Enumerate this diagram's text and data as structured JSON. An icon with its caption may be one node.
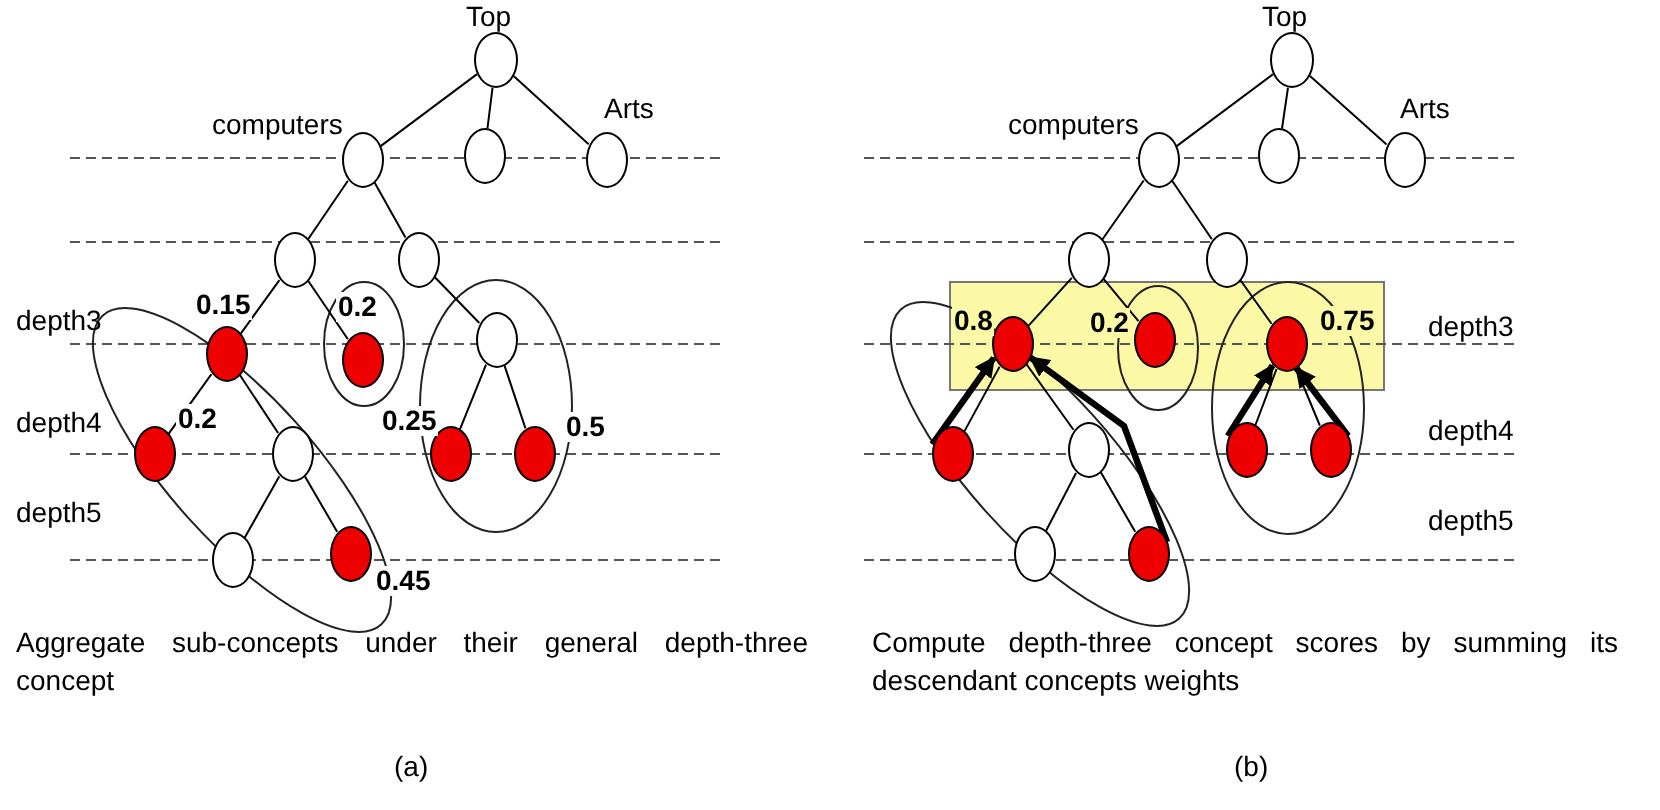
{
  "diagram": {
    "nodes": [
      {
        "text": [
          "Top"
        ]
      },
      {
        "text": [
          "computers"
        ]
      },
      {
        "text": [],
        "shape": "circle"
      },
      {
        "text": [
          "Arts"
        ]
      },
      {
        "text": [],
        "shape": "circle"
      },
      {
        "text": [],
        "shape": "circle"
      },
      {
        "text": [],
        "shape": "circle",
        "beside": [
          "0.15"
        ]
      },
      {
        "text": [],
        "shape": "circle",
        "beside": [
          "0.2"
        ]
      },
      {
        "text": [],
        "shape": "circle"
      },
      {
        "text": [],
        "shape": "circle",
        "beside": [
          "0.2"
        ]
      },
      {
        "text": [],
        "shape": "circle"
      },
      {
        "text": [],
        "shape": "circle",
        "beside": [
          "0.25"
        ]
      },
      {
        "text": [],
        "shape": "circle",
        "beside": [
          "0.5"
        ]
      },
      {
        "text": [],
        "shape": "circle"
      },
      {
        "text": [],
        "shape": "circle",
        "beside": [
          "0.45"
        ]
      },
      {
        "text": [
          "Top"
        ]
      },
      {
        "text": [
          "computers"
        ]
      },
      {
        "text": [],
        "shape": "circle"
      },
      {
        "text": [
          "Arts"
        ]
      },
      {
        "text": [],
        "shape": "circle"
      },
      {
        "text": [],
        "shape": "circle"
      },
      {
        "text": [],
        "shape": "circle",
        "beside": [
          "0.8"
        ]
      },
      {
        "text": [],
        "shape": "circle",
        "beside": [
          "0.2"
        ]
      },
      {
        "text": [],
        "shape": "circle",
        "beside": [
          "0.75"
        ]
      },
      {
        "text": [],
        "shape": "circle"
      },
      {
        "text": [],
        "shape": "circle"
      },
      {
        "text": [],
        "shape": "circle"
      },
      {
        "text": [],
        "shape": "circle"
      },
      {
        "text": [],
        "shape": "circle"
      },
      {
        "text": [],
        "shape": "circle"
      }
    ],
    "edges": [
      {
        "from": 0,
        "to": 1,
        "arrow": "none"
      },
      {
        "from": 0,
        "to": 2,
        "arrow": "none"
      },
      {
        "from": 0,
        "to": 3,
        "arrow": "none"
      },
      {
        "from": 1,
        "to": 4,
        "arrow": "none"
      },
      {
        "from": 1,
        "to": 5,
        "arrow": "none"
      },
      {
        "from": 4,
        "to": 6,
        "arrow": "none"
      },
      {
        "from": 4,
        "to": 7,
        "arrow": "none"
      },
      {
        "from": 5,
        "to": 8,
        "arrow": "none"
      },
      {
        "from": 6,
        "to": 9,
        "arrow": "none"
      },
      {
        "from": 6,
        "to": 10,
        "arrow": "none"
      },
      {
        "from": 10,
        "to": 13,
        "arrow": "none"
      },
      {
        "from": 10,
        "to": 14,
        "arrow": "none"
      },
      {
        "from": 8,
        "to": 11,
        "arrow": "none"
      },
      {
        "from": 8,
        "to": 12,
        "arrow": "none"
      },
      {
        "from": 15,
        "to": 16,
        "arrow": "none"
      },
      {
        "from": 15,
        "to": 17,
        "arrow": "none"
      },
      {
        "from": 15,
        "to": 18,
        "arrow": "none"
      },
      {
        "from": 16,
        "to": 19,
        "arrow": "none"
      },
      {
        "from": 16,
        "to": 20,
        "arrow": "none"
      },
      {
        "from": 19,
        "to": 21,
        "arrow": "none"
      },
      {
        "from": 19,
        "to": 22,
        "arrow": "none"
      },
      {
        "from": 20,
        "to": 23,
        "arrow": "none"
      },
      {
        "from": 21,
        "to": 24,
        "arrow": "none"
      },
      {
        "from": 21,
        "to": 25,
        "arrow": "none"
      },
      {
        "from": 25,
        "to": 28,
        "arrow": "none"
      },
      {
        "from": 25,
        "to": 29,
        "arrow": "none"
      },
      {
        "from": 23,
        "to": 26,
        "arrow": "none"
      },
      {
        "from": 23,
        "to": 27,
        "arrow": "none"
      },
      {
        "from": 24,
        "to": 21,
        "arrow": "to",
        "style": "thick"
      },
      {
        "from": 29,
        "to": 21,
        "arrow": "to",
        "style": "thick"
      },
      {
        "from": 26,
        "to": 23,
        "arrow": "to",
        "style": "thick"
      },
      {
        "from": 27,
        "to": 23,
        "arrow": "to",
        "style": "thick"
      }
    ],
    "labels": [
      "depth3",
      "depth4",
      "depth5",
      "depth3",
      "depth4",
      "depth5",
      "Aggregate sub-concepts under their general depth-three concept",
      "Compute depth-three concept scores by summing its descendant concepts weights",
      "(a)",
      "(b)"
    ]
  }
}
